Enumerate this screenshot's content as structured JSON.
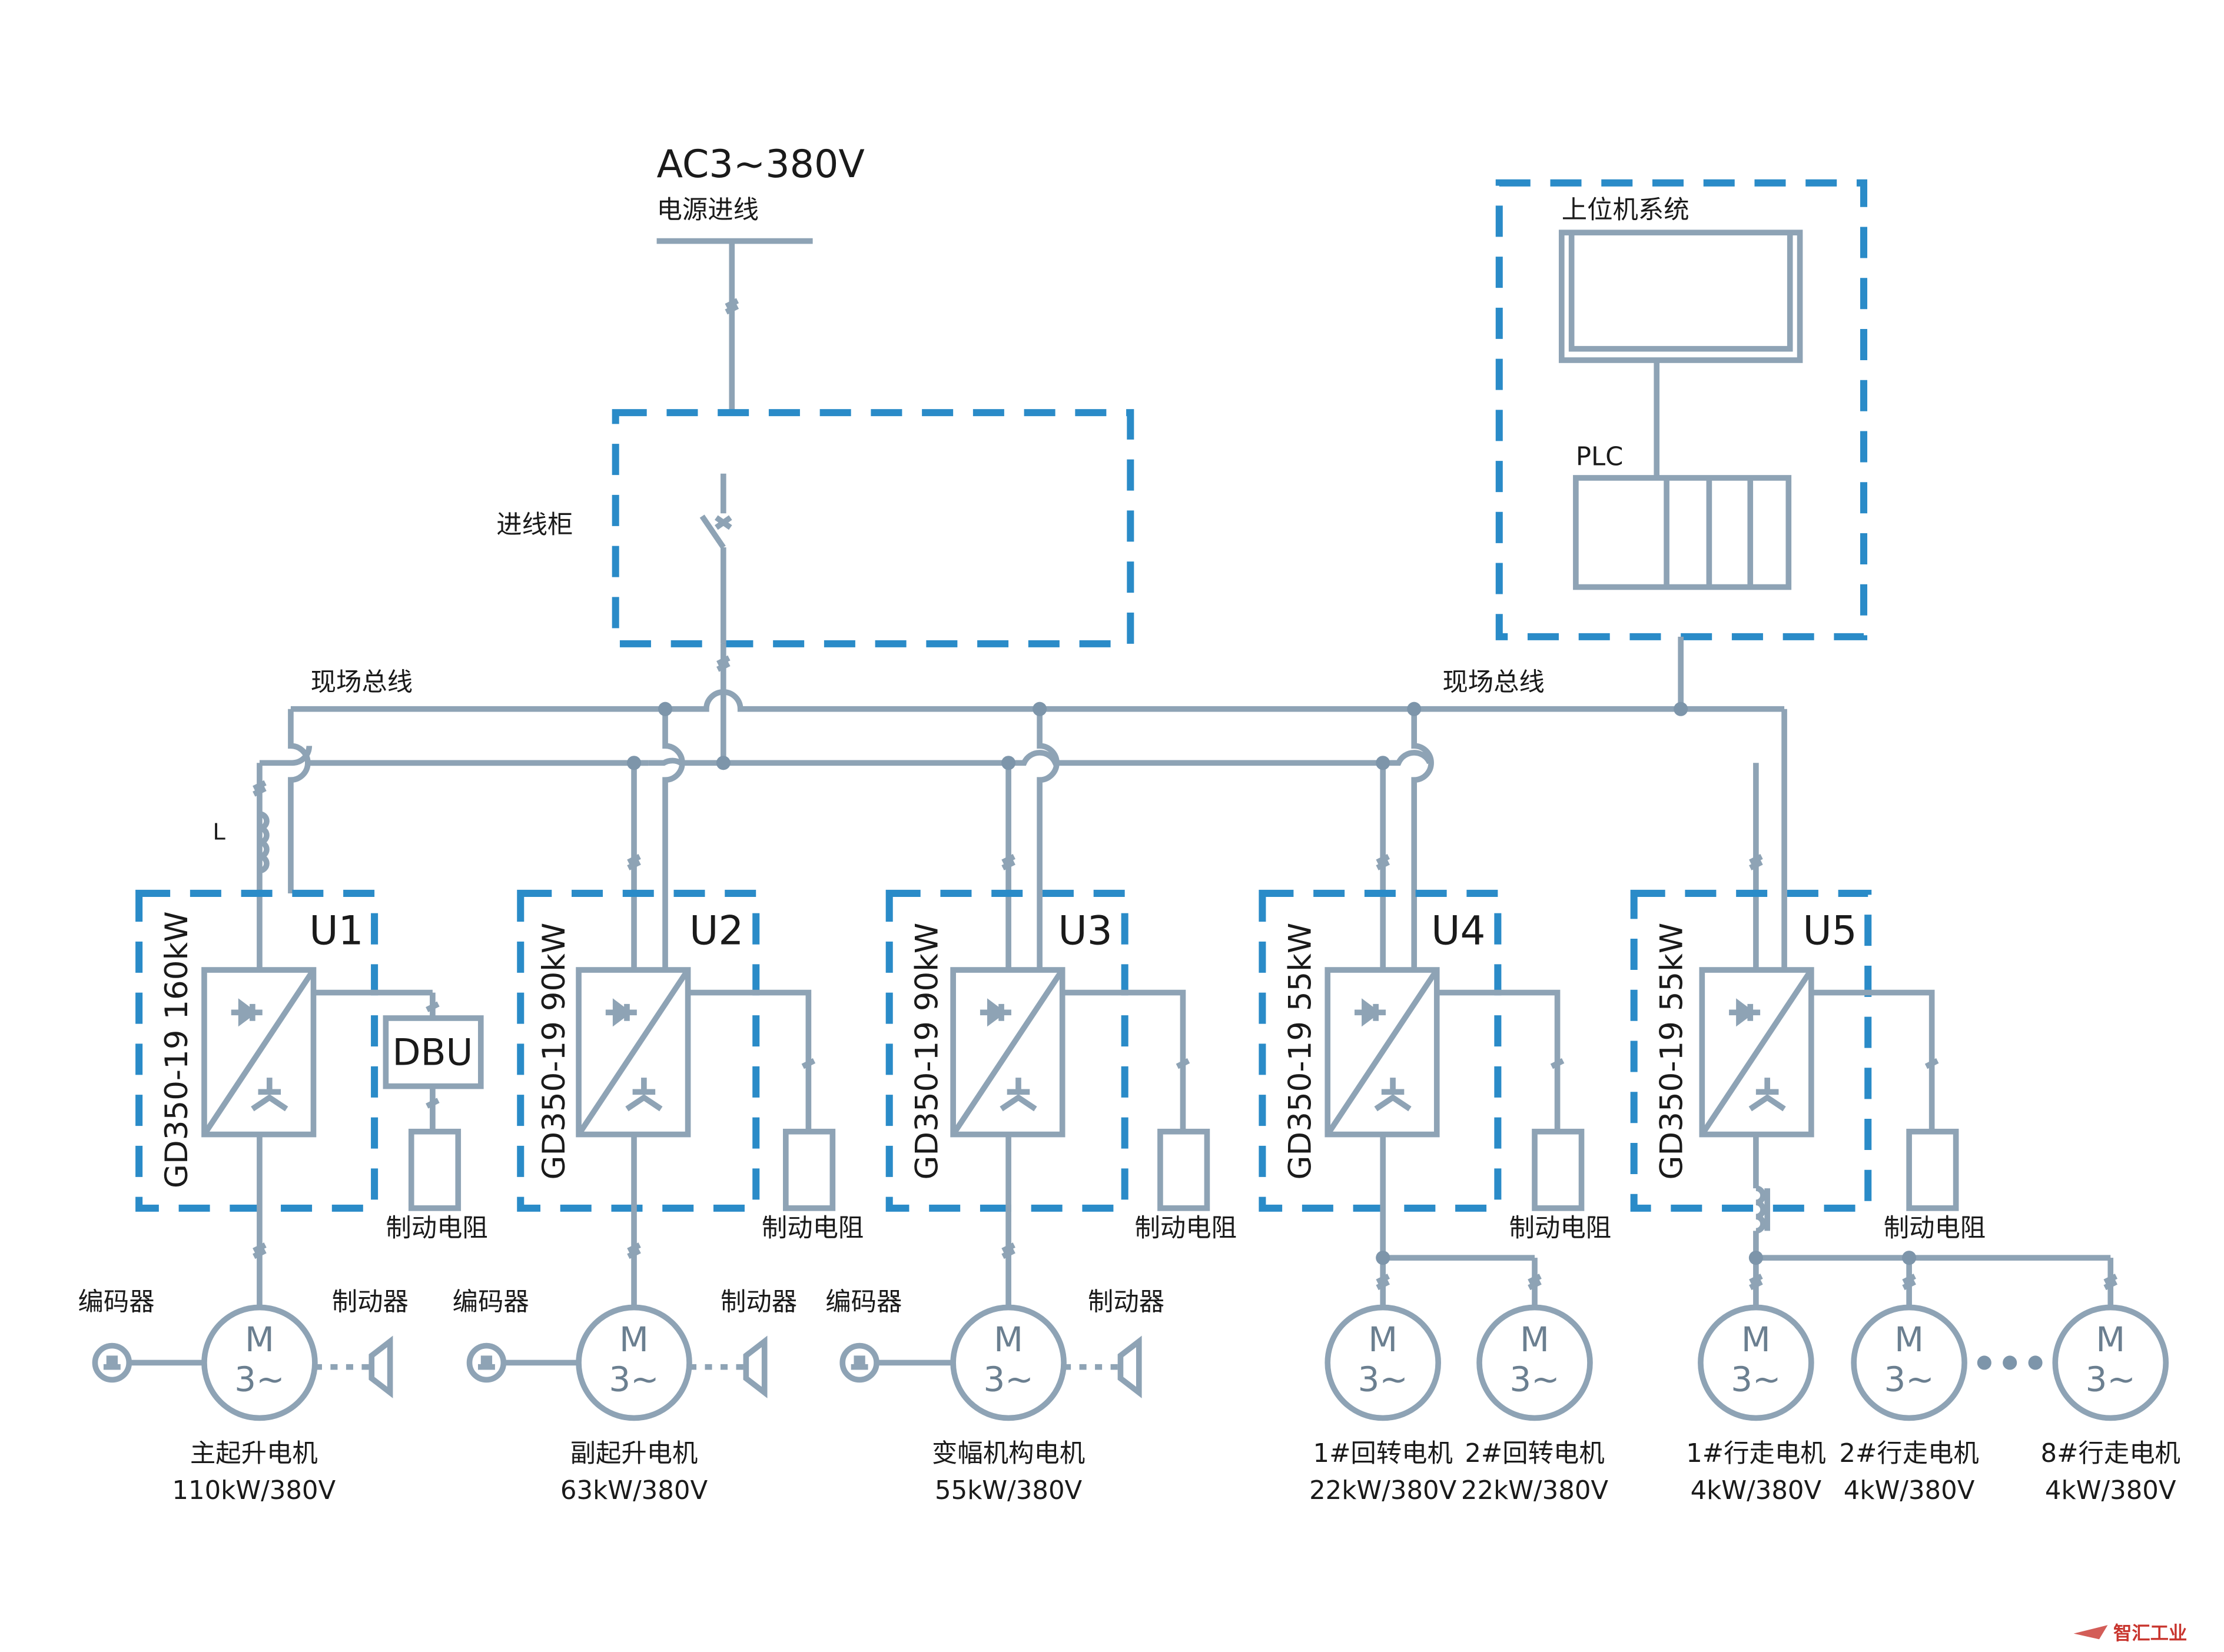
{
  "power": {
    "voltage": "AC3~380V",
    "label": "电源进线"
  },
  "cabinet": {
    "label": "进线柜"
  },
  "bus": {
    "label_left": "现场总线",
    "label_right": "现场总线"
  },
  "host": {
    "title": "上位机系统",
    "plc": "PLC"
  },
  "reactor_label": "L",
  "dbu_label": "DBU",
  "units": [
    {
      "id": "U1",
      "model": "GD350-19  160kW",
      "resistor": "制动电阻"
    },
    {
      "id": "U2",
      "model": "GD350-19  90kW",
      "resistor": "制动电阻"
    },
    {
      "id": "U3",
      "model": "GD350-19  90kW",
      "resistor": "制动电阻"
    },
    {
      "id": "U4",
      "model": "GD350-19  55kW",
      "resistor": "制动电阻"
    },
    {
      "id": "U5",
      "model": "GD350-19  55kW",
      "resistor": "制动电阻"
    }
  ],
  "accessories": {
    "encoder": "编码器",
    "brake": "制动器"
  },
  "motor_symbol": {
    "m": "M",
    "phase": "3~"
  },
  "motors": [
    {
      "name": "主起升电机",
      "rating": "110kW/380V"
    },
    {
      "name": "副起升电机",
      "rating": "63kW/380V"
    },
    {
      "name": "变幅机构电机",
      "rating": "55kW/380V"
    },
    {
      "name": "1#回转电机",
      "rating": "22kW/380V"
    },
    {
      "name": "2#回转电机",
      "rating": "22kW/380V"
    },
    {
      "name": "1#行走电机",
      "rating": "4kW/380V"
    },
    {
      "name": "2#行走电机",
      "rating": "4kW/380V"
    },
    {
      "name": "8#行走电机",
      "rating": "4kW/380V"
    }
  ],
  "watermark": "智汇工业",
  "colors": {
    "line": "#8ea3b5",
    "dashed_box": "#2a8bc8",
    "node": "#7d95aa"
  }
}
